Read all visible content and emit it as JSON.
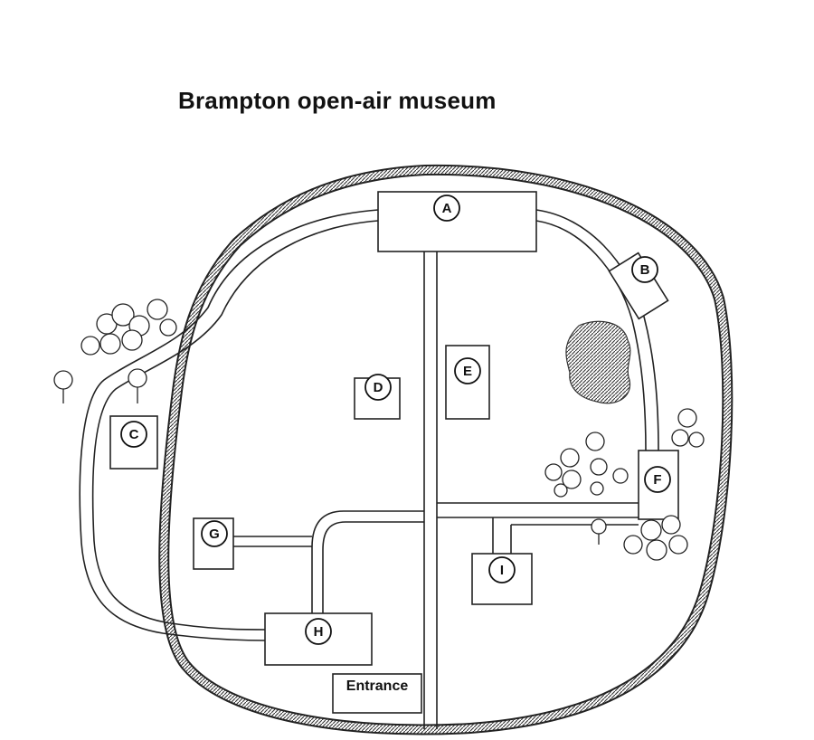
{
  "title": "Brampton open-air museum",
  "buildings": [
    {
      "id": "A",
      "label": "A"
    },
    {
      "id": "B",
      "label": "B"
    },
    {
      "id": "C",
      "label": "C"
    },
    {
      "id": "D",
      "label": "D"
    },
    {
      "id": "E",
      "label": "E"
    },
    {
      "id": "F",
      "label": "F"
    },
    {
      "id": "G",
      "label": "G"
    },
    {
      "id": "H",
      "label": "H"
    },
    {
      "id": "I",
      "label": "I"
    }
  ],
  "entrance_label": "Entrance"
}
